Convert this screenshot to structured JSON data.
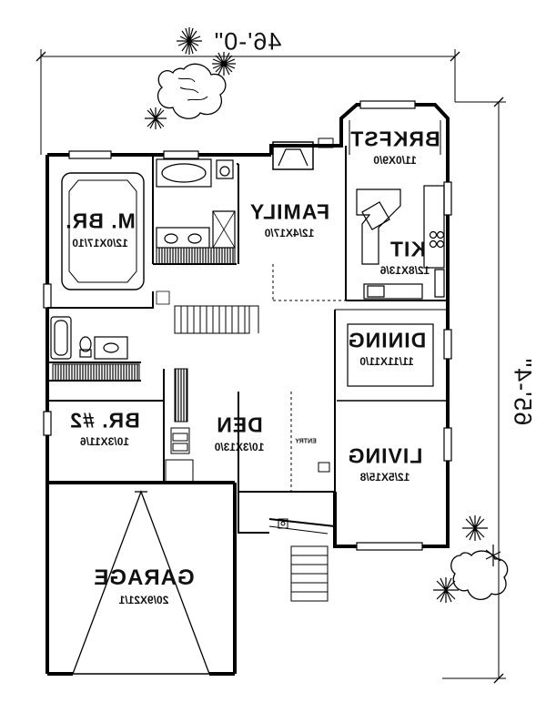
{
  "plan": {
    "overall_width": "46'-0\"",
    "overall_depth": "65'-4\"",
    "entry_label": "ENTRY",
    "rooms": [
      {
        "id": "brkfst",
        "name": "BRKFST",
        "size": "11/0X9/0"
      },
      {
        "id": "family",
        "name": "FAMILY",
        "size": "12/4X17/0"
      },
      {
        "id": "mbr",
        "name": "M. BR.",
        "size": "12/0X17/10"
      },
      {
        "id": "kit",
        "name": "KIT",
        "size": "12/8X13/6"
      },
      {
        "id": "dining",
        "name": "DINING",
        "size": "11/11X11/0"
      },
      {
        "id": "br2",
        "name": "BR. #2",
        "size": "10/3X11/6"
      },
      {
        "id": "den",
        "name": "DEN",
        "size": "10/3X13/0"
      },
      {
        "id": "living",
        "name": "LIVING",
        "size": "12/5X15/8"
      },
      {
        "id": "garage",
        "name": "GARAGE",
        "size": "20/9X21/1"
      }
    ]
  }
}
